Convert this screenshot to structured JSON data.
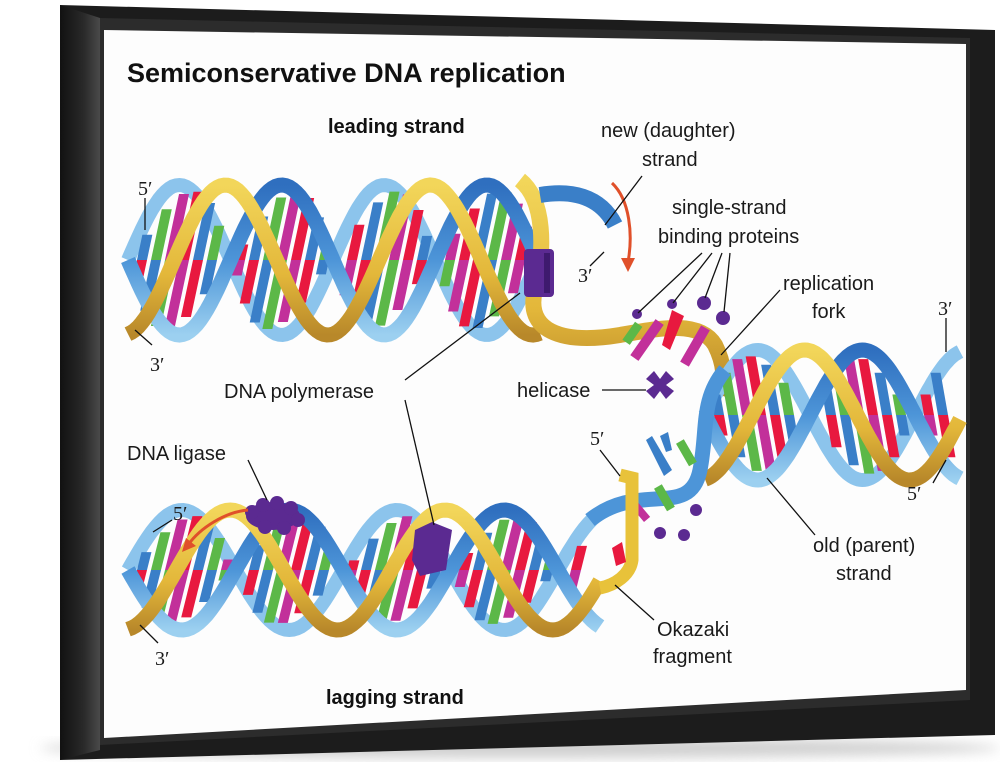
{
  "title": "Semiconservative DNA replication",
  "section_labels": {
    "leading": "leading strand",
    "lagging": "lagging strand"
  },
  "annotations": {
    "new_strand_line1": "new (daughter)",
    "new_strand_line2": "strand",
    "ssb_line1": "single-strand",
    "ssb_line2": "binding proteins",
    "fork_line1": "replication",
    "fork_line2": "fork",
    "polymerase": "DNA polymerase",
    "helicase": "helicase",
    "ligase": "DNA ligase",
    "old_strand_line1": "old (parent)",
    "old_strand_line2": "strand",
    "okazaki_line1": "Okazaki",
    "okazaki_line2": "fragment"
  },
  "strand_ends": {
    "leading_left_top": "5′",
    "leading_left_bottom": "3′",
    "leading_new_end": "3′",
    "parent_right_top": "3′",
    "parent_right_bottom": "5′",
    "okazaki_end": "5′",
    "lagging_left_top": "5′",
    "lagging_left_bottom": "3′"
  },
  "colors": {
    "blue_strand": "#3a7fc8",
    "blue_strand_light": "#8cc4ec",
    "gold_strand": "#e8c23a",
    "gold_strand_dark": "#b88a2a",
    "base_red": "#e8193f",
    "base_magenta": "#c2309a",
    "base_green": "#5cb848",
    "base_blue": "#3a7fc8",
    "enzyme_purple": "#5b2a91",
    "arrow_red": "#e0502a",
    "frame": "#1e1e1e",
    "canvas": "#fdfdfd"
  }
}
